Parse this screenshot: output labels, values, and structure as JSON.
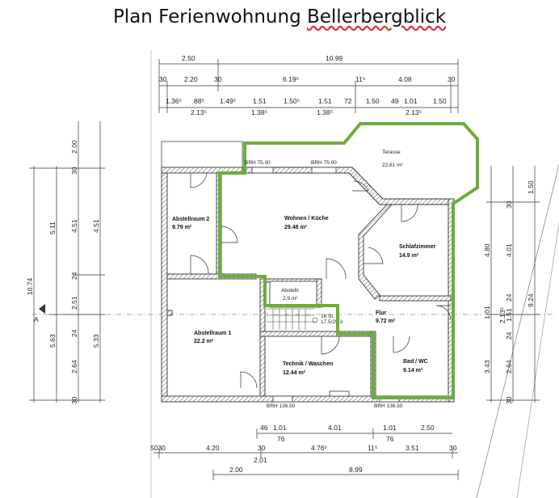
{
  "title_prefix": "Plan Ferienwohnung ",
  "title_highlight": "Bellerbergblick",
  "rooms": {
    "abstellraum2": {
      "name": "Abstellraum 2",
      "area": "9.79 m²"
    },
    "wohnen": {
      "name": "Wohnen / Küche",
      "area": "29.48 m²"
    },
    "schlafzimmer": {
      "name": "Schlafzimmer",
      "area": "14.9 m²"
    },
    "abstellr": {
      "name": "Abstellr.",
      "area": "2,9 m²"
    },
    "flur": {
      "name": "Flur",
      "area": "9.72 m²"
    },
    "abstellraum1": {
      "name": "Abstellraum 1",
      "area": "22.2 m²"
    },
    "technik": {
      "name": "Technik / Waschen",
      "area": "12.44 m²"
    },
    "bad": {
      "name": "Bad / WC",
      "area": "9.14 m²"
    },
    "terasse": {
      "name": "Terasse",
      "area": "22,61 m²"
    }
  },
  "labels": {
    "brh_top_left": "BRH 75.00",
    "brh_top_right": "BRH 75.00",
    "brh_bottom_left": "BRH 136.50",
    "brh_bottom_right": "BRH 136.50",
    "stair_1": "16 St.",
    "stair_2": "17.5/29.3",
    "section_mark": "A"
  },
  "dims_top": {
    "r1": [
      "2.50",
      "10.99"
    ],
    "r2": [
      "30",
      "2.20",
      "30",
      "6.19⁵",
      "11⁵",
      "4.08",
      "30"
    ],
    "r3a": [
      "1.36⁵",
      "88⁵",
      "1.49⁵",
      "1.51",
      "1.50⁵",
      "1.51",
      "72",
      "1.50",
      "49",
      "1.01",
      "1.50"
    ],
    "r3b": [
      "2.13⁵",
      "1.38⁵",
      "1.38⁵",
      "2.13⁵"
    ]
  },
  "dims_bottom": {
    "r1": [
      "46",
      "1.01",
      "4.01",
      "1.01",
      "2.50"
    ],
    "r1b": [
      "76",
      "76"
    ],
    "r2": [
      "5030",
      "4.20",
      "30",
      "4.76⁵",
      "11⁵",
      "3.51",
      "30"
    ],
    "r2b": [
      "2.01"
    ],
    "r3": [
      "2.00",
      "8.99"
    ]
  },
  "dims_left": {
    "c1": [
      "10.74"
    ],
    "c2": [
      "5.11",
      "5.63"
    ],
    "c3": [
      "2.00",
      "30",
      "4.51",
      "24",
      "2.51",
      "24",
      "2.64",
      "30"
    ],
    "c4": [
      "4.51",
      "5.33"
    ]
  },
  "dims_right": {
    "c1": [
      "1.50",
      "4.80",
      "1.01",
      "3.43"
    ],
    "c2": [
      "30",
      "4.01",
      "24",
      "1.51",
      "2.13⁵",
      "24",
      "2.64",
      "30"
    ],
    "c3": [
      "9.24"
    ]
  }
}
